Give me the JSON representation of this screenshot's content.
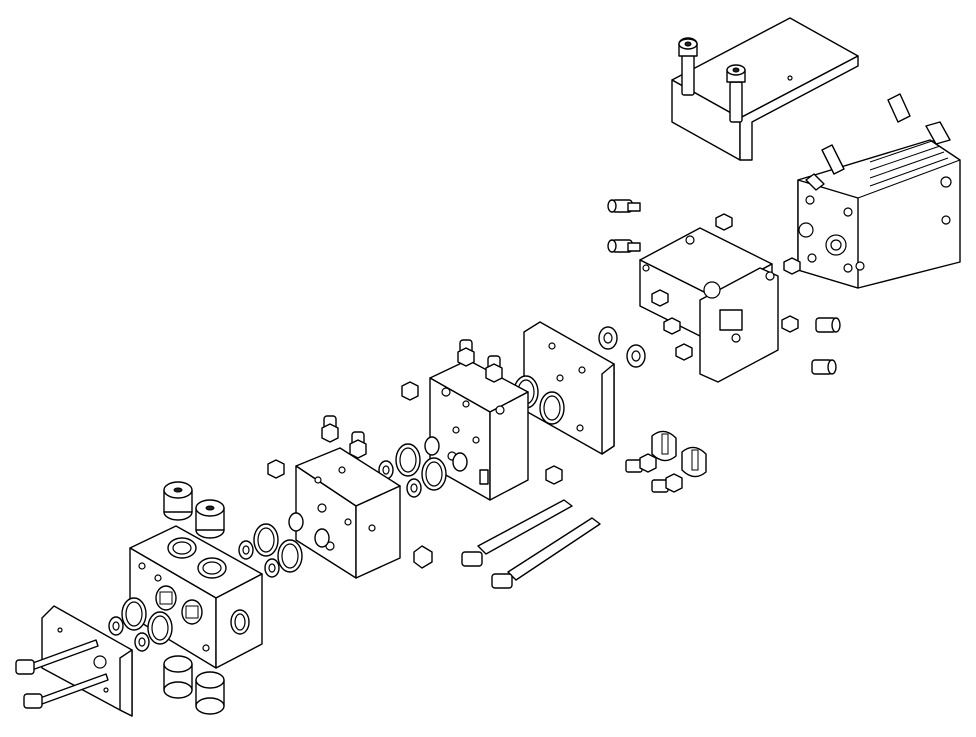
{
  "drawing": {
    "type": "exploded-assembly",
    "background_color": "#ffffff",
    "line_color": "#000000",
    "components": [
      "mounting-bracket",
      "cylinder-actuator",
      "adapter-frame",
      "cover-plate",
      "intermediate-block",
      "spacer-plate",
      "main-valve-block",
      "end-plate",
      "o-ring",
      "grease-fitting",
      "tie-rod",
      "hex-nut",
      "socket-head-screw",
      "plug",
      "cam-lever",
      "washer"
    ]
  }
}
